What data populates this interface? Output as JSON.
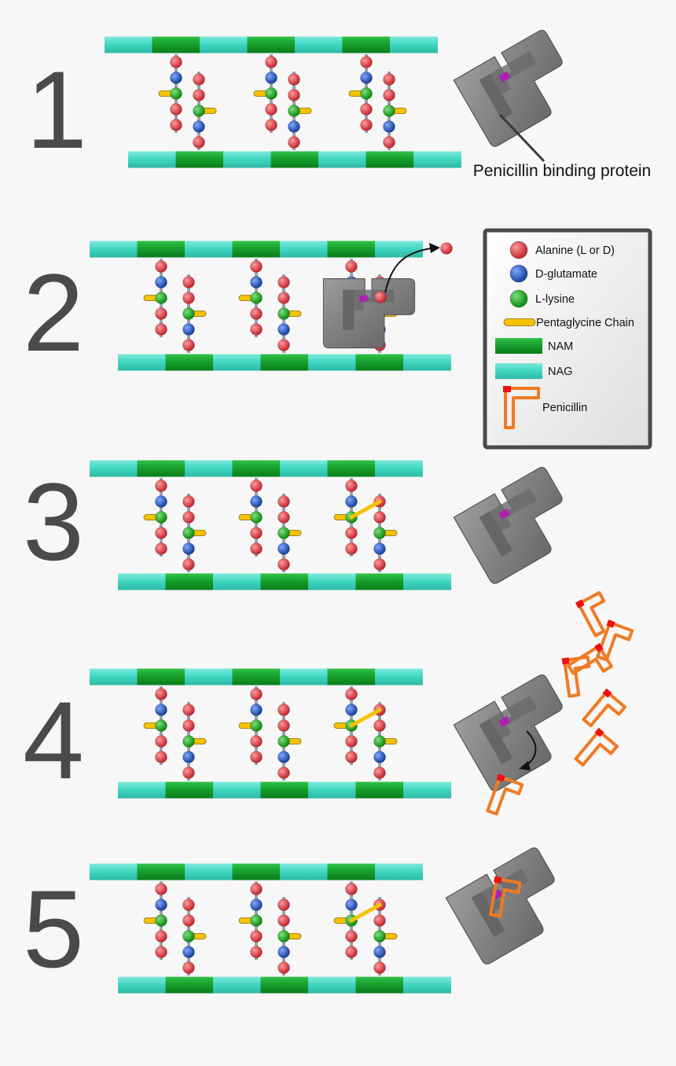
{
  "colors": {
    "background": "#f7f7f7",
    "alanine": "#d9363e",
    "glutamate": "#2255bb",
    "lysine": "#16a016",
    "pentaglycine": "#f5c200",
    "nam": "#149c2a",
    "nag": "#3fd6c0",
    "penicillin": "#f07a22",
    "penicillin_tip": "#ee1111",
    "pbp": "#7d7d7d",
    "active_site": "#b020b0",
    "step_number": "#4a4a4a"
  },
  "steps": [
    {
      "number": "1",
      "label": "Penicillin binding protein"
    },
    {
      "number": "2"
    },
    {
      "number": "3"
    },
    {
      "number": "4"
    },
    {
      "number": "5"
    }
  ],
  "legend": {
    "items": [
      {
        "label": "Alanine (L or D)",
        "icon": "alanine-bead"
      },
      {
        "label": "D-glutamate",
        "icon": "glutamate-bead"
      },
      {
        "label": "L-lysine",
        "icon": "lysine-bead"
      },
      {
        "label": "Pentaglycine Chain",
        "icon": "pentaglycine-bar"
      },
      {
        "label": "NAM",
        "icon": "nam-bar"
      },
      {
        "label": "NAG",
        "icon": "nag-bar"
      },
      {
        "label": "Penicillin",
        "icon": "penicillin-shape"
      }
    ]
  }
}
